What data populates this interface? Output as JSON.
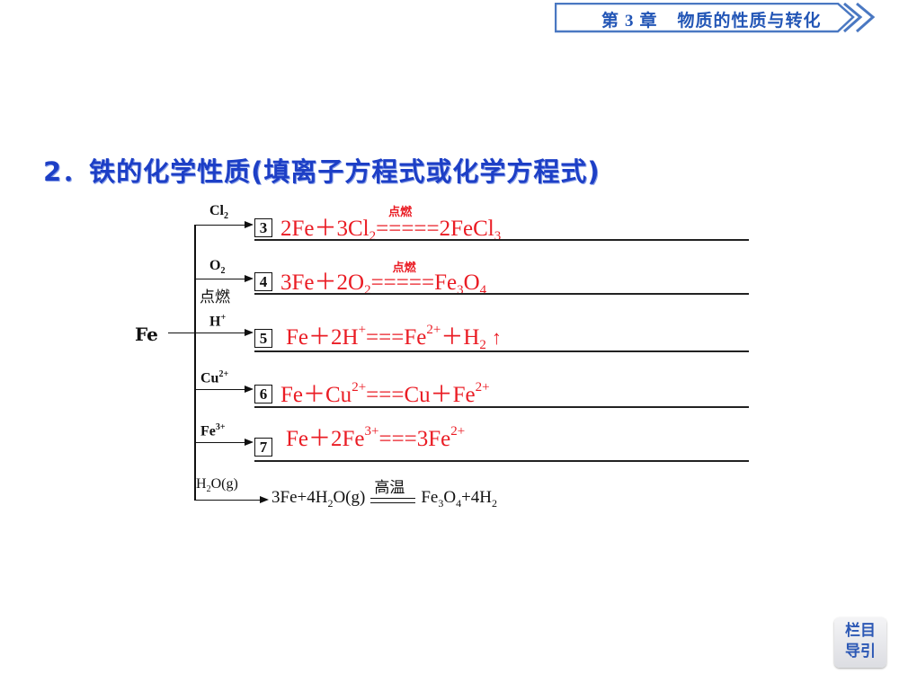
{
  "header": {
    "chapter_prefix": "第",
    "chapter_number": "3",
    "chapter_suffix": "章",
    "chapter_title": "物质的性质与转化",
    "accent_color": "#2356b6"
  },
  "section": {
    "title": "2．铁的化学性质(填离子方程式或化学方程式)",
    "title_color": "#1d3fc6"
  },
  "diagram": {
    "reactant": "Fe",
    "branches": [
      {
        "number": "3",
        "reagent": "Cl",
        "reagent_sub": "2",
        "condition_below": "",
        "answer": {
          "parts": [
            "2Fe＋3Cl",
            "2",
            "=====",
            "2FeCl",
            "3"
          ],
          "condition": "点燃"
        }
      },
      {
        "number": "4",
        "reagent": "O",
        "reagent_sub": "2",
        "condition_below": "点燃",
        "answer": {
          "parts": [
            "3Fe＋2O",
            "2",
            "=====",
            "Fe",
            "3",
            "O",
            "4"
          ],
          "condition": "点燃"
        }
      },
      {
        "number": "5",
        "reagent": "H",
        "reagent_sup": "+",
        "answer": {
          "parts": [
            "Fe＋2H",
            "+",
            "===Fe",
            "2+",
            "＋H",
            "2"
          ],
          "arrow": "↑"
        }
      },
      {
        "number": "6",
        "reagent": "Cu",
        "reagent_sup": "2+",
        "answer": {
          "parts": [
            "Fe＋Cu",
            "2+",
            "===Cu＋Fe",
            "2+"
          ]
        }
      },
      {
        "number": "7",
        "reagent": "Fe",
        "reagent_sup": "3+",
        "answer": {
          "parts": [
            "Fe＋2Fe",
            "3+",
            "===3Fe",
            "2+"
          ]
        }
      },
      {
        "reagent_parts": [
          "H",
          "2",
          "O(g)"
        ],
        "equation": {
          "left_parts": [
            "3Fe+4H",
            "2",
            "O(g)"
          ],
          "condition": "高温",
          "right_parts": [
            "Fe",
            "3",
            "O",
            "4",
            "+4H",
            "2"
          ]
        }
      }
    ],
    "answer_color": "#ea1c24"
  },
  "nav": {
    "line1": "栏目",
    "line2": "导引"
  }
}
